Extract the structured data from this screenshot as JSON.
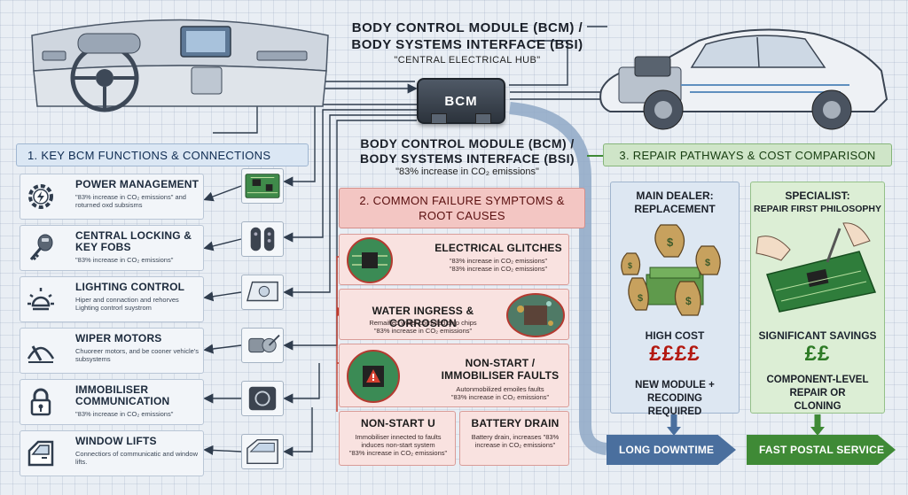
{
  "header": {
    "title": "BODY CONTROL MODULE (BCM) / BODY SYSTEMS INTERFACE (BSI)",
    "subtitle": "\"CENTRAL ELECTRICAL HUB\"",
    "bcm_label": "BCM",
    "mid_title": "BODY CONTROL MODULE (BCM) / BODY SYSTEMS INTERFACE (BSI)",
    "mid_subtitle": "\"83% increase in CO₂ emissions\""
  },
  "section1": {
    "heading": "1. KEY BCM FUNCTIONS & CONNECTIONS",
    "items": [
      {
        "title": "POWER MANAGEMENT",
        "desc": "\"83% increase in CO₂ emissions\" and roturned oxd subsisms",
        "icon": "gear-bolt-icon"
      },
      {
        "title": "CENTRAL LOCKING & KEY FOBS",
        "desc": "\"83% increase in CO₂ emissions\"",
        "icon": "car-key-icon"
      },
      {
        "title": "LIGHTING CONTROL",
        "desc": "Hiper and connaction and rehorves Lighting controrl suystrom",
        "icon": "headlight-icon"
      },
      {
        "title": "WIPER MOTORS",
        "desc": "Chuoreer motors, and be cooner vehicle's subsystems",
        "icon": "wiper-icon"
      },
      {
        "title": "IMMOBILISER COMMUNICATION",
        "desc": "\"83% increase in CO₂ emissions\"",
        "icon": "padlock-icon"
      },
      {
        "title": "WINDOW LIFTS",
        "desc": "Connectiors of communicatic and window lifts.",
        "icon": "car-window-icon"
      }
    ]
  },
  "section2": {
    "heading": "2. COMMON FAILURE SYMPTOMS & ROOT CAUSES",
    "electrical": {
      "title": "ELECTRICAL GLITCHES",
      "desc1": "\"83% increase in CO₂ emissions\"",
      "desc2": "\"83% increase in CO₂ emissions\""
    },
    "water": {
      "title": "WATER INGRESS & CORROSION",
      "desc1": "Remaified water corroded chip chips",
      "desc2": "\"83% increase in CO₂ emissions\""
    },
    "nonstart": {
      "title": "NON-START / IMMOBILISER FAULTS",
      "desc1": "Autonmobilized emoiles faults",
      "desc2": "\"83% increase in CO₂ emissions\""
    },
    "nonstart_u": {
      "title": "NON-START U",
      "desc1": "Immobiliser innected to faults",
      "desc2": "induces non-start system",
      "desc3": "\"83% increase in CO₂ emissions\""
    },
    "battery": {
      "title": "BATTERY DRAIN",
      "desc1": "Battery drain, increases \"83%",
      "desc2": "increase in CO₂ emissions\""
    }
  },
  "section3": {
    "heading": "3. REPAIR PATHWAYS & COST COMPARISON",
    "dealer": {
      "title": "MAIN DEALER: REPLACEMENT",
      "cost_label": "HIGH COST",
      "cost": "££££",
      "note": "NEW MODULE + RECODING REQUIRED",
      "outcome": "LONG DOWNTIME"
    },
    "specialist": {
      "title": "SPECIALIST:",
      "subtitle": "REPAIR FIRST PHILOSOPHY",
      "cost_label": "SIGNIFICANT SAVINGS",
      "cost": "££",
      "note": "COMPONENT-LEVEL REPAIR OR CLONING",
      "outcome": "FAST POSTAL SERVICE"
    }
  },
  "colors": {
    "blue": "#4a6f9e",
    "red": "#c0392b",
    "green": "#3f8a36",
    "dealer_cost": "#b3180f",
    "savings": "#2d7a25"
  }
}
